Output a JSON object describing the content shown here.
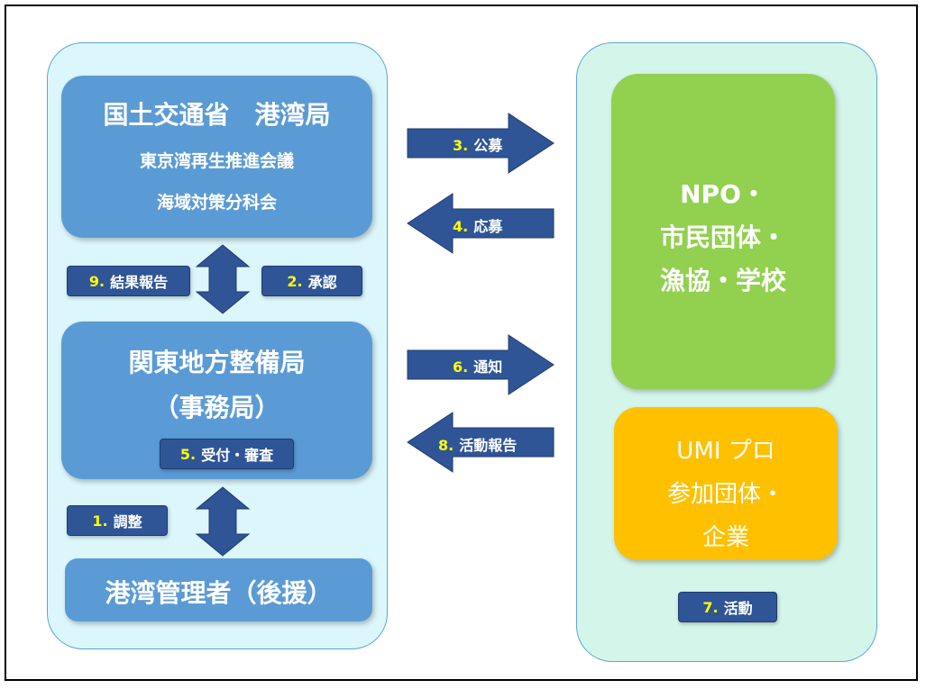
{
  "mlit": {
    "title": "国土交通省　港湾局",
    "line2": "東京湾再生推進会議",
    "line3": "海域対策分科会"
  },
  "ktr": {
    "title": "関東地方整備局",
    "subtitle": "（事務局）",
    "step5": {
      "num": "5.",
      "label": "受付・審査"
    }
  },
  "port": {
    "title": "港湾管理者（後援）"
  },
  "npo": {
    "line1": "NPO・",
    "line2": "市民団体・",
    "line3": "漁協・学校"
  },
  "umi": {
    "line1": "UMI プロ",
    "line2": "参加団体・",
    "line3": "企業"
  },
  "steps": {
    "s1": {
      "num": "1.",
      "label": "調整"
    },
    "s2": {
      "num": "2.",
      "label": "承認"
    },
    "s3": {
      "num": "3.",
      "label": "公募"
    },
    "s4": {
      "num": "4.",
      "label": "応募"
    },
    "s6": {
      "num": "6.",
      "label": "通知"
    },
    "s7": {
      "num": "7.",
      "label": "活動"
    },
    "s8": {
      "num": "8.",
      "label": "活動報告"
    },
    "s9": {
      "num": "9.",
      "label": "結果報告"
    }
  },
  "colors": {
    "blue_box": "#5b9bd5",
    "dark_chip": "#2f5597",
    "npo_green": "#92d050",
    "umi_orange": "#ffc000",
    "left_panel": "#dcf7fb",
    "right_panel": "#d4f6ea",
    "step_number": "#ffff00"
  }
}
